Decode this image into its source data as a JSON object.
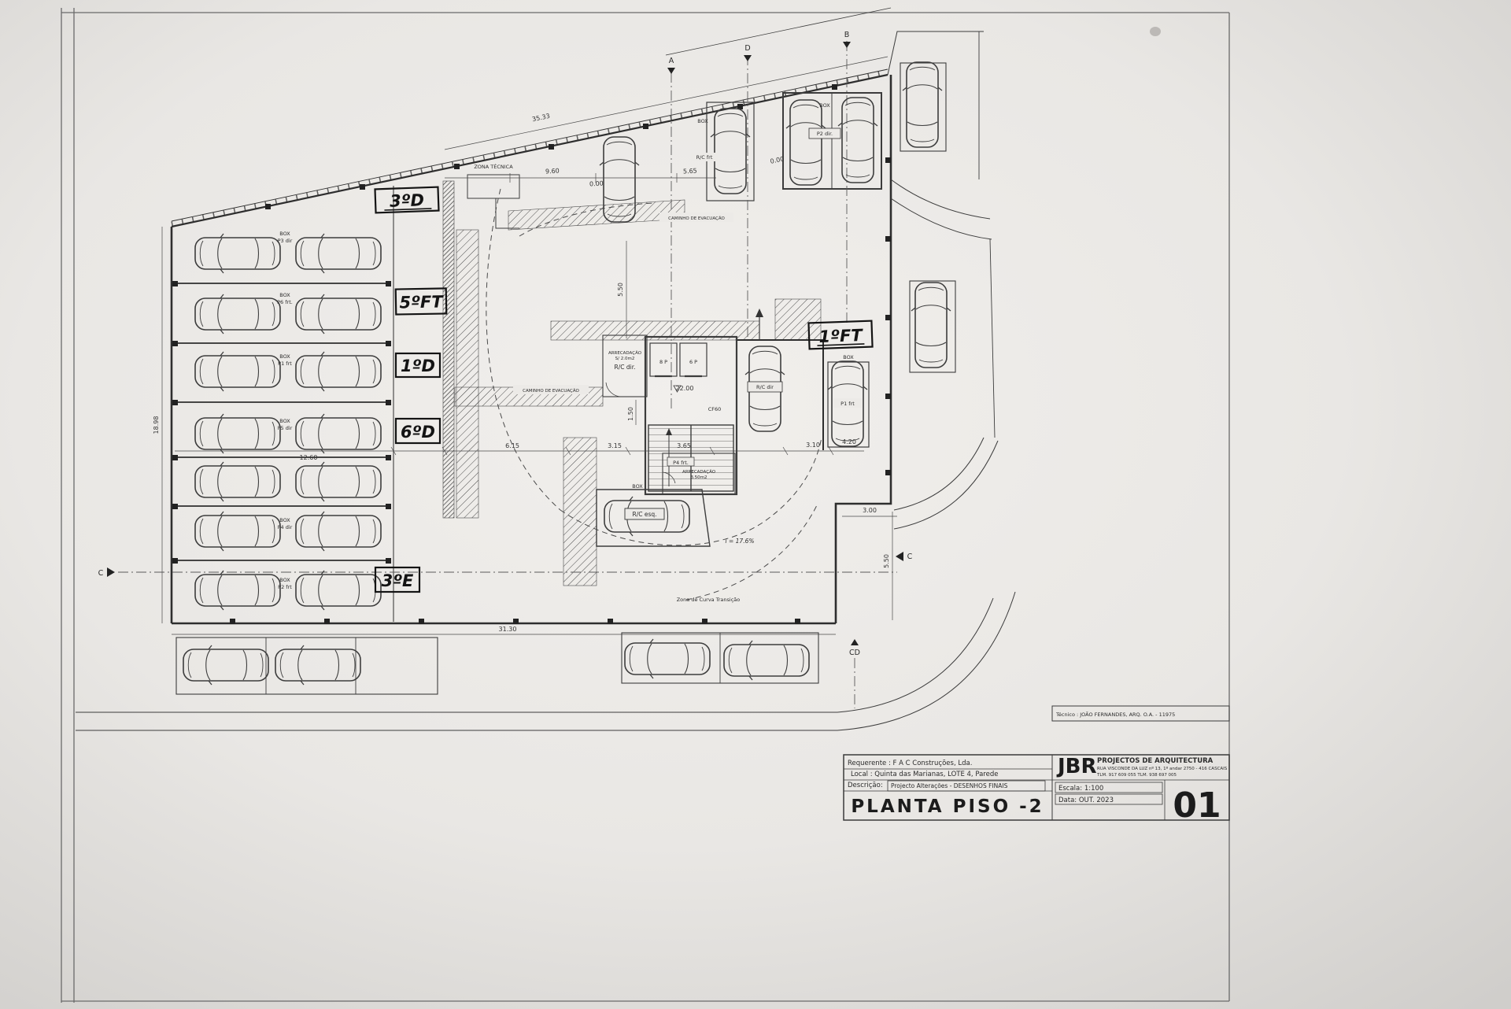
{
  "title_block": {
    "tecnico": "Técnico : JOÃO FERNANDES, ARQ.   O.A. - 11975",
    "firm": "JBR",
    "firm_name": "PROJECTOS DE ARQUITECTURA",
    "firm_addr1": "RUA VISCONDE DA LUZ nº 13, 1º andar   2750 - 416   CASCAIS",
    "firm_addr2": "TLM. 917 609 055   TLM. 938 697 005",
    "requerente": "Requerente : F A C Construções, Lda.",
    "local": "Local : Quinta das Marianas, LOTE 4, Parede",
    "descricao_label": "Descrição:",
    "descricao_value": "Projecto Alterações - DESENHOS FINAIS",
    "plan_title": "PLANTA PISO -2",
    "escala": "Escala: 1:100",
    "data": "Data: OUT. 2023",
    "sheet_number": "01"
  },
  "handwritten": {
    "h1": "3ºD",
    "h2": "5ºFT",
    "h3": "1ºD",
    "h4": "6ºD",
    "h5": "3ºE",
    "h6": "1ºFT"
  },
  "rooms": {
    "zona_tecnica": "ZONA TÉCNICA",
    "caminho": "CAMINHO DE EVACUAÇÃO",
    "arrecadacao": "ARRECADAÇÃO",
    "arrec1_area": "S/ 2.0m2",
    "arrec1_unit": "R/C dir.",
    "arrec2_unit": "P4 frt.",
    "arrec2_area": "3.50m2",
    "cf60": "CF60",
    "elev_a": "8 P",
    "elev_b": "6 P",
    "slope": "i = 17.6%",
    "curva": "Zona de Curva Transição",
    "box": "BOX"
  },
  "stalls": {
    "s1": "P3 dir",
    "s2": "P6 frt.",
    "s3": "P1 frt",
    "s4": "P5 dir",
    "s5": "P4 dir",
    "s6": "P2 frt",
    "rc_frt": "R/C frt",
    "p2_dir": "P2 dir.",
    "p1_frt": "P1 frt",
    "rc_dir": "R/C dir",
    "rc_esq": "R/C esq."
  },
  "dims": {
    "top_total": "35.33",
    "d960": "9.60",
    "d565": "5.65",
    "d000a": "0.00",
    "d000b": "0.00",
    "bottom_total": "31.30",
    "left_total": "18.98",
    "d1260": "12.60",
    "d615": "6.15",
    "d315": "3.15",
    "d365": "3.65",
    "d310": "3.10",
    "d420": "4.20",
    "d300": "3.00",
    "d550a": "5.50",
    "d550b": "5.50",
    "d150": "1.50",
    "level": "22.00"
  },
  "markers": {
    "a": "A",
    "b": "B",
    "d": "D",
    "c_left": "C",
    "c_right": "C",
    "cd": "CD"
  }
}
